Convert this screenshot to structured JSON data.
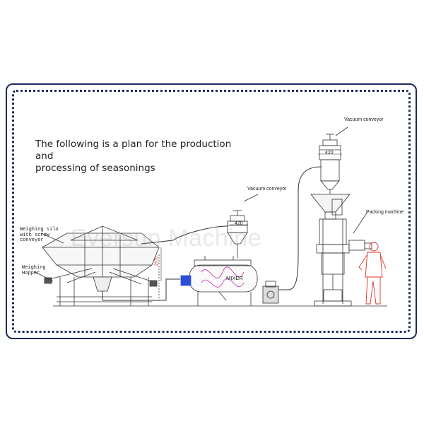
{
  "heading": {
    "line1": "The following is a plan for the production and",
    "line2": "processing of seasonings"
  },
  "labels": {
    "vacuum_conveyor_right": "Vacuum conveyor",
    "vacuum_conveyor_middle": "Vacuum conveyor",
    "packing_machine": "Packing machine",
    "weighing_silo": [
      "Weighing silo",
      "with screw",
      "conveyor"
    ],
    "weighing_hopper": [
      "Weighing",
      "Hopper"
    ],
    "mixer": "MIXER",
    "dim_420_right": "420",
    "dim_420_middle": "420",
    "dim_vertical": "2070"
  },
  "watermark": "Eversun Machine",
  "colors": {
    "frame": "#1d2a5c",
    "line": "#333333",
    "person": "#e0302a",
    "accent_blue": "#2a4fd6",
    "accent_magenta": "#c8209a"
  }
}
